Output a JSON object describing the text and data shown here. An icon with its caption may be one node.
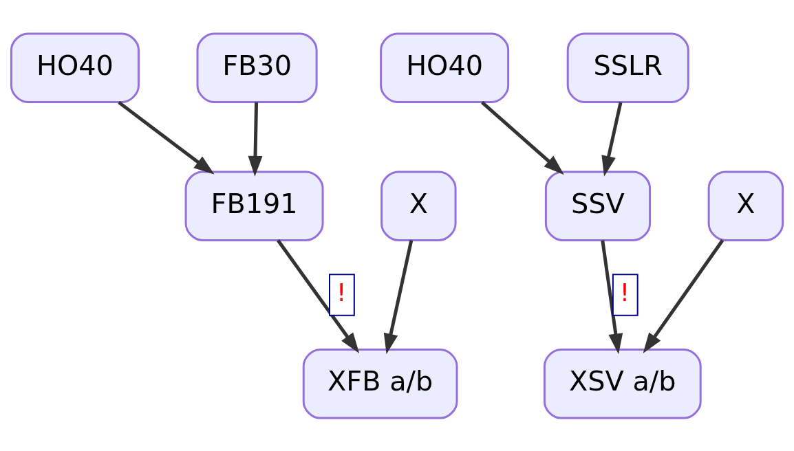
{
  "diagram": {
    "nodes": [
      {
        "text": [
          "HO40"
        ]
      },
      {
        "text": [
          "FB30"
        ]
      },
      {
        "text": [
          "FB191"
        ]
      },
      {
        "text": [
          "X"
        ]
      },
      {
        "text": [
          "XFB a/b"
        ]
      },
      {
        "text": [
          "HO40"
        ]
      },
      {
        "text": [
          "SSLR"
        ]
      },
      {
        "text": [
          "SSV"
        ]
      },
      {
        "text": [
          "X"
        ]
      },
      {
        "text": [
          "XSV a/b"
        ]
      }
    ],
    "edges": [
      {
        "from": 0,
        "to": 2,
        "arrow": "to"
      },
      {
        "from": 1,
        "to": 2,
        "arrow": "to"
      },
      {
        "from": 2,
        "to": 4,
        "arrow": "to",
        "label": "!"
      },
      {
        "from": 3,
        "to": 4,
        "arrow": "to"
      },
      {
        "from": 5,
        "to": 7,
        "arrow": "to"
      },
      {
        "from": 6,
        "to": 7,
        "arrow": "to"
      },
      {
        "from": 7,
        "to": 9,
        "arrow": "to",
        "label": "!"
      },
      {
        "from": 8,
        "to": 9,
        "arrow": "to"
      }
    ]
  }
}
